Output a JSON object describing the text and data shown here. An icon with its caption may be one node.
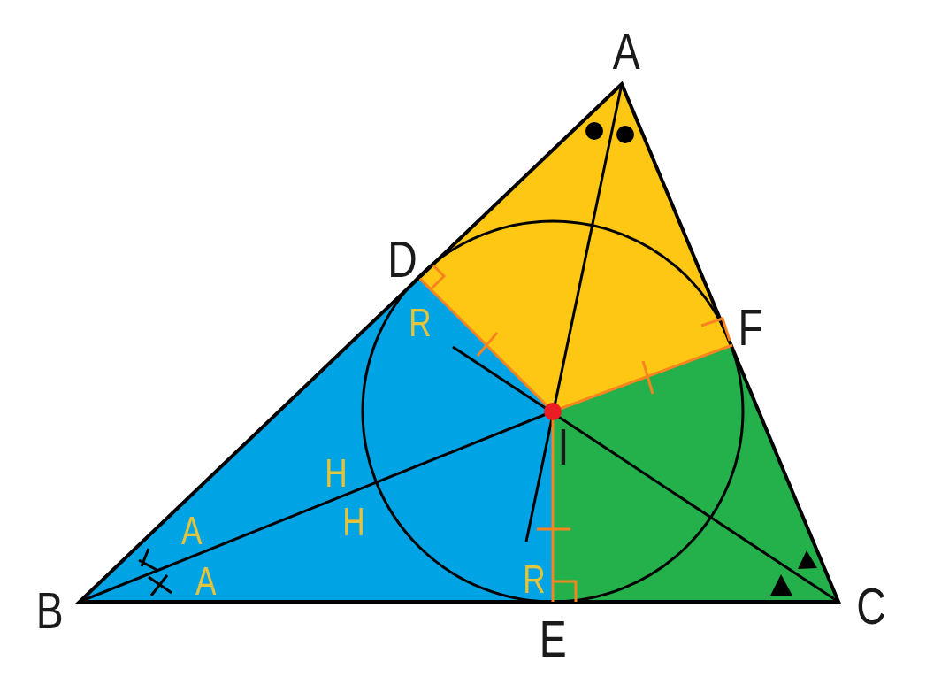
{
  "diagram": {
    "labels": [
      "A",
      "D",
      "R",
      "F",
      "I",
      "H",
      "A",
      "H",
      "A",
      "B",
      "R",
      "C",
      "E"
    ]
  }
}
